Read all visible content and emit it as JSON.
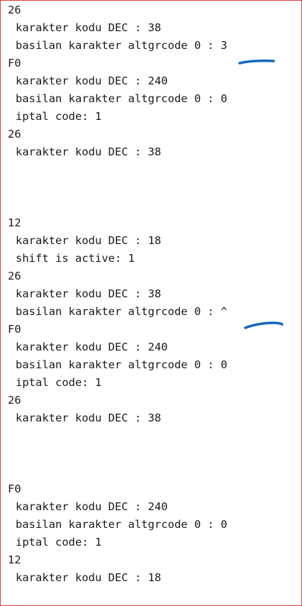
{
  "console": {
    "lines": [
      {
        "text": "26",
        "indent": false
      },
      {
        "text": "karakter kodu DEC : 38",
        "indent": true
      },
      {
        "text": "basilan karakter altgrcode 0 : 3",
        "indent": true
      },
      {
        "text": "F0",
        "indent": false
      },
      {
        "text": "karakter kodu DEC : 240",
        "indent": true
      },
      {
        "text": "basilan karakter altgrcode 0 : 0",
        "indent": true
      },
      {
        "text": "iptal code: 1",
        "indent": true
      },
      {
        "text": "26",
        "indent": false
      },
      {
        "text": "karakter kodu DEC : 38",
        "indent": true
      },
      {
        "text": "",
        "indent": false
      },
      {
        "text": "",
        "indent": false
      },
      {
        "text": "",
        "indent": false
      },
      {
        "text": "12",
        "indent": false
      },
      {
        "text": "karakter kodu DEC : 18",
        "indent": true
      },
      {
        "text": "shift is active: 1",
        "indent": true
      },
      {
        "text": "26",
        "indent": false
      },
      {
        "text": "karakter kodu DEC : 38",
        "indent": true
      },
      {
        "text": "basilan karakter altgrcode 0 : ^",
        "indent": true
      },
      {
        "text": "F0",
        "indent": false
      },
      {
        "text": "karakter kodu DEC : 240",
        "indent": true
      },
      {
        "text": "basilan karakter altgrcode 0 : 0",
        "indent": true
      },
      {
        "text": "iptal code: 1",
        "indent": true
      },
      {
        "text": "26",
        "indent": false
      },
      {
        "text": "karakter kodu DEC : 38",
        "indent": true
      },
      {
        "text": "",
        "indent": false
      },
      {
        "text": "",
        "indent": false
      },
      {
        "text": "",
        "indent": false
      },
      {
        "text": "F0",
        "indent": false
      },
      {
        "text": "karakter kodu DEC : 240",
        "indent": true
      },
      {
        "text": "basilan karakter altgrcode 0 : 0",
        "indent": true
      },
      {
        "text": "iptal code: 1",
        "indent": true
      },
      {
        "text": "12",
        "indent": false
      },
      {
        "text": "karakter kodu DEC : 18",
        "indent": true
      }
    ]
  },
  "annotations": {
    "color": "#1565c0",
    "frame_color": "#e03a3a"
  }
}
